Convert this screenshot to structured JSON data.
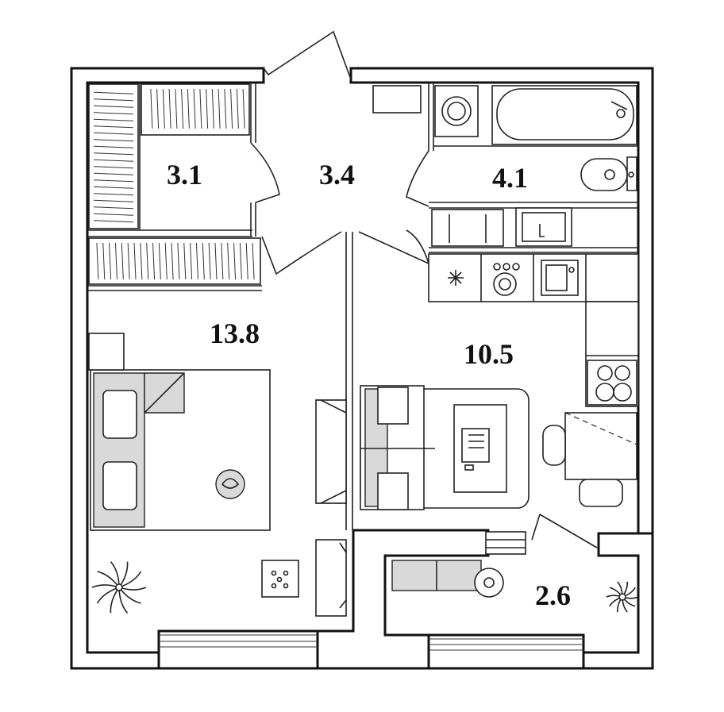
{
  "plan": {
    "rooms": [
      {
        "id": "wardrobe",
        "area": "3.1"
      },
      {
        "id": "hall",
        "area": "3.4"
      },
      {
        "id": "bathroom",
        "area": "4.1"
      },
      {
        "id": "bedroom",
        "area": "13.8"
      },
      {
        "id": "kitchen-living",
        "area": "10.5"
      },
      {
        "id": "balcony",
        "area": "2.6"
      }
    ]
  }
}
